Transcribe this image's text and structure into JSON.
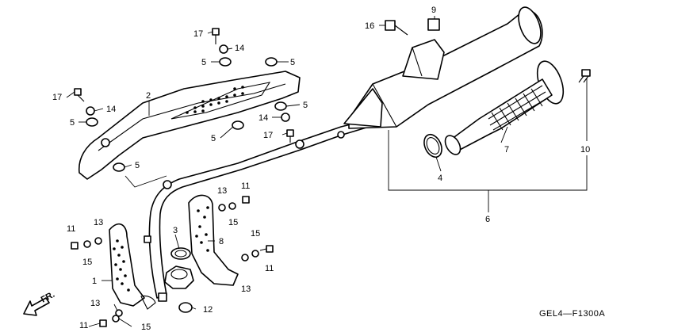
{
  "diagram_code": "GEL4—F1300A",
  "front_arrow_label": "FR.",
  "callouts": [
    {
      "id": "c-17a",
      "label": "17"
    },
    {
      "id": "c-14a",
      "label": "14"
    },
    {
      "id": "c-5a",
      "label": "5"
    },
    {
      "id": "c-5b",
      "label": "5"
    },
    {
      "id": "c-17b",
      "label": "17"
    },
    {
      "id": "c-14b",
      "label": "14"
    },
    {
      "id": "c-5c",
      "label": "5"
    },
    {
      "id": "c-2",
      "label": "2"
    },
    {
      "id": "c-5d",
      "label": "5"
    },
    {
      "id": "c-14c",
      "label": "14"
    },
    {
      "id": "c-5e",
      "label": "5"
    },
    {
      "id": "c-17c",
      "label": "17"
    },
    {
      "id": "c-5f",
      "label": "5"
    },
    {
      "id": "c-16",
      "label": "16"
    },
    {
      "id": "c-9",
      "label": "9"
    },
    {
      "id": "c-4",
      "label": "4"
    },
    {
      "id": "c-7",
      "label": "7"
    },
    {
      "id": "c-10",
      "label": "10"
    },
    {
      "id": "c-6",
      "label": "6"
    },
    {
      "id": "c-13a",
      "label": "13"
    },
    {
      "id": "c-11a",
      "label": "11"
    },
    {
      "id": "c-15a",
      "label": "15"
    },
    {
      "id": "c-3",
      "label": "3"
    },
    {
      "id": "c-8",
      "label": "8"
    },
    {
      "id": "c-11b",
      "label": "11"
    },
    {
      "id": "c-13b",
      "label": "13"
    },
    {
      "id": "c-15b",
      "label": "15"
    },
    {
      "id": "c-1",
      "label": "1"
    },
    {
      "id": "c-15c",
      "label": "15"
    },
    {
      "id": "c-11c",
      "label": "11"
    },
    {
      "id": "c-13c",
      "label": "13"
    },
    {
      "id": "c-12",
      "label": "12"
    },
    {
      "id": "c-13d",
      "label": "13"
    },
    {
      "id": "c-11d",
      "label": "11"
    },
    {
      "id": "c-15d",
      "label": "15"
    }
  ]
}
